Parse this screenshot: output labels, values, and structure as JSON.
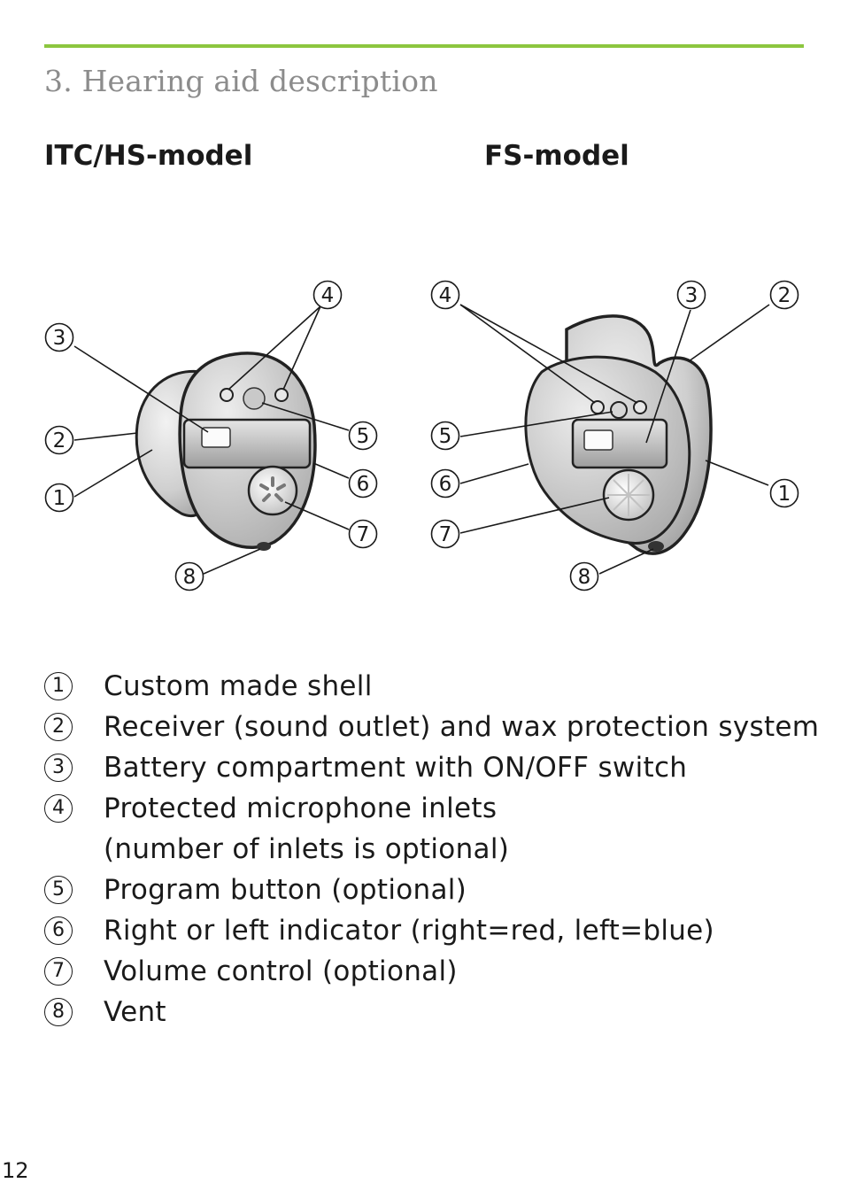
{
  "header": {
    "section_title": "3. Hearing aid description",
    "accent_color": "#8cc63f"
  },
  "models": {
    "itc_title": "ITC/HS-model",
    "fs_title": "FS-model"
  },
  "callouts": {
    "one": "1",
    "two": "2",
    "three": "3",
    "four": "4",
    "five": "5",
    "six": "6",
    "seven": "7",
    "eight": "8"
  },
  "legend": [
    {
      "num": "1",
      "text": "Custom made shell"
    },
    {
      "num": "2",
      "text": "Receiver (sound outlet) and wax protection system"
    },
    {
      "num": "3",
      "text": "Battery compartment with ON/OFF switch"
    },
    {
      "num": "4",
      "text": "Protected microphone inlets",
      "text2": "(number of inlets is optional)"
    },
    {
      "num": "5",
      "text": "Program button (optional)"
    },
    {
      "num": "6",
      "text": "Right or left indicator (right=red, left=blue)"
    },
    {
      "num": "7",
      "text": "Volume control (optional)"
    },
    {
      "num": "8",
      "text": "Vent"
    }
  ],
  "page": {
    "number": "12"
  }
}
